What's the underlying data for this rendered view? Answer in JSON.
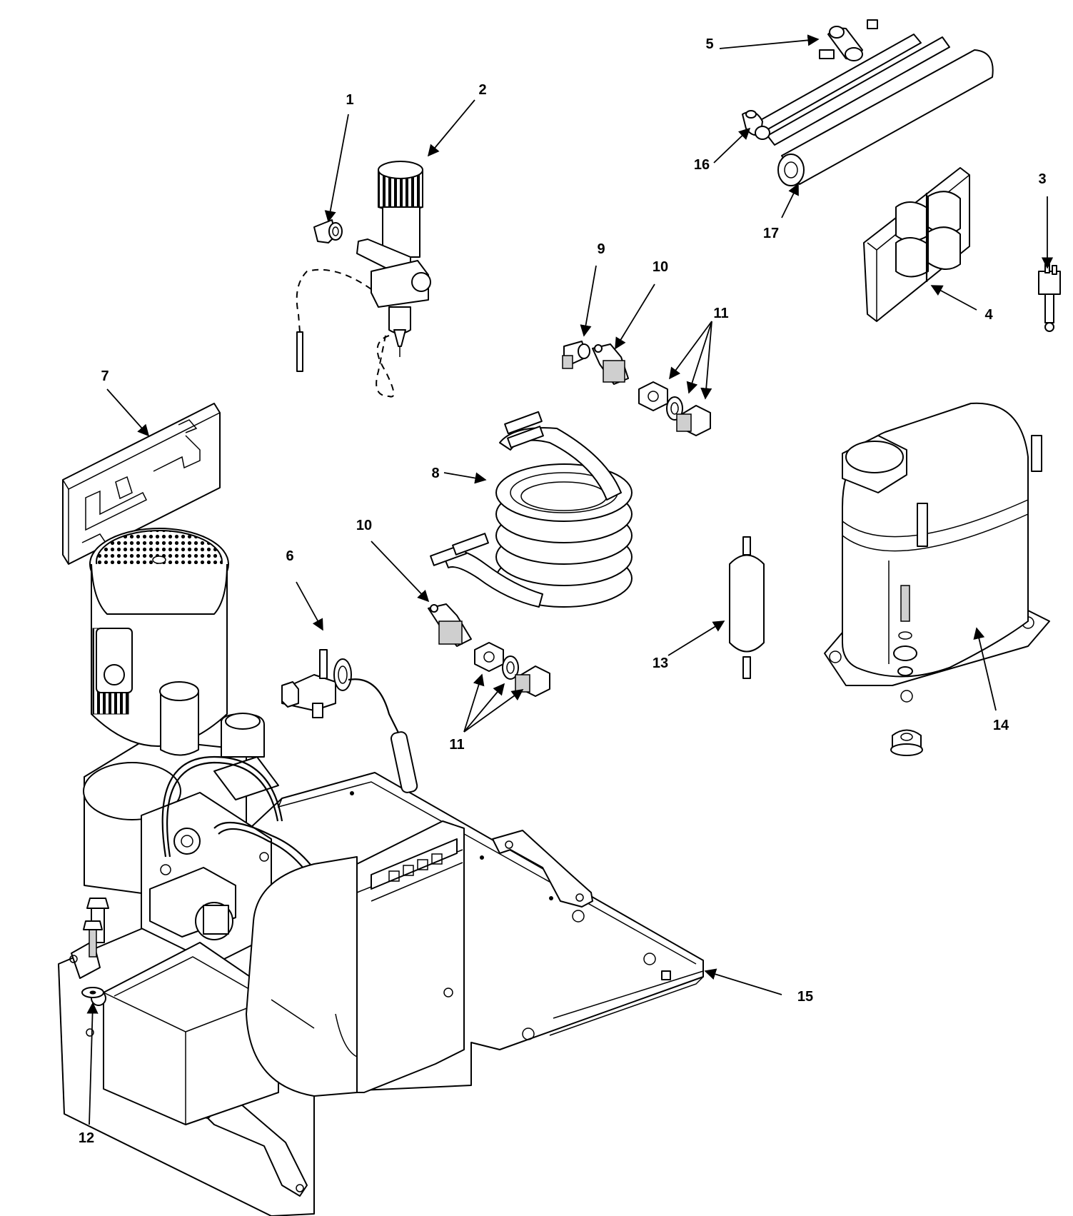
{
  "callouts": [
    {
      "id": "1",
      "text": "1"
    },
    {
      "id": "2",
      "text": "2"
    },
    {
      "id": "3",
      "text": "3"
    },
    {
      "id": "4",
      "text": "4"
    },
    {
      "id": "5",
      "text": "5"
    },
    {
      "id": "6",
      "text": "6"
    },
    {
      "id": "7",
      "text": "7"
    },
    {
      "id": "8",
      "text": "8"
    },
    {
      "id": "9",
      "text": "9"
    },
    {
      "id": "10a",
      "text": "10"
    },
    {
      "id": "10b",
      "text": "10"
    },
    {
      "id": "11a",
      "text": "11"
    },
    {
      "id": "11b",
      "text": "11"
    },
    {
      "id": "12",
      "text": "12"
    },
    {
      "id": "13",
      "text": "13"
    },
    {
      "id": "14",
      "text": "14"
    },
    {
      "id": "15",
      "text": "15"
    },
    {
      "id": "16",
      "text": "16"
    },
    {
      "id": "17",
      "text": "17"
    }
  ]
}
